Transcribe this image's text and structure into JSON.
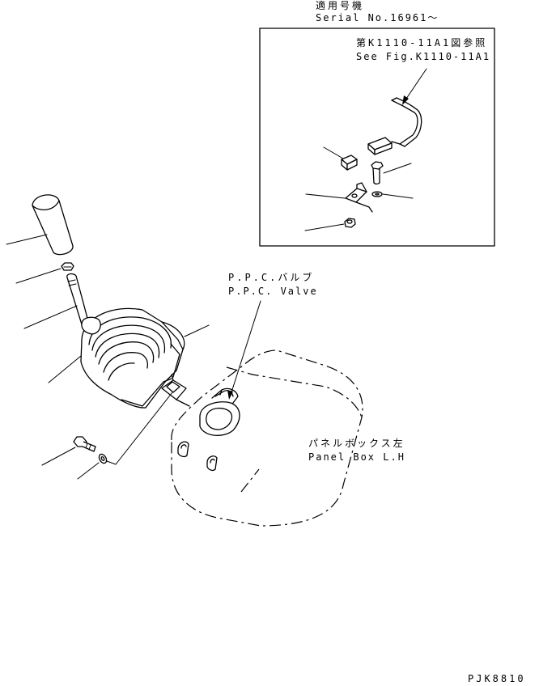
{
  "serial": {
    "title": "適用号機",
    "number": "Serial No.16961〜"
  },
  "inset_ref": {
    "jp": "第K1110-11A1図参照",
    "en": "See Fig.K1110-11A1"
  },
  "ppc_valve": {
    "jp": "P.P.C.バルブ",
    "en": "P.P.C. Valve"
  },
  "panel_box": {
    "jp": "パネルボックス左",
    "en": "Panel Box L.H"
  },
  "drawing_code": "PJK8810"
}
